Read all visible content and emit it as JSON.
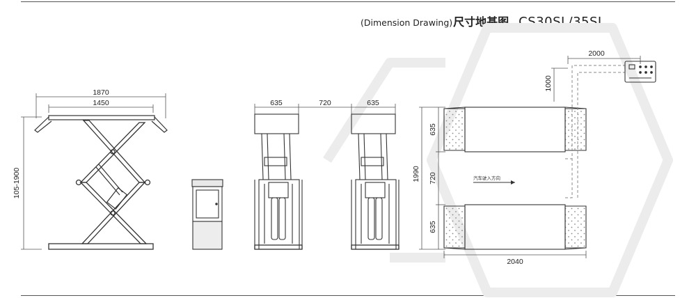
{
  "header": {
    "subtitle_en": "(Dimension Drawing)",
    "title_cn": "尺寸地基图",
    "model": "CS30SL/35SL"
  },
  "side_view": {
    "dim_total_width": "1870",
    "dim_platform_width": "1450",
    "dim_height_range": "105-1900"
  },
  "front_view": {
    "dim_left_width": "635",
    "dim_gap": "720",
    "dim_right_width": "635"
  },
  "top_view": {
    "dim_cable_length": "2000",
    "dim_cable_drop": "1000",
    "dim_total_width": "1990",
    "dim_top_platform": "635",
    "dim_gap": "720",
    "dim_bottom_platform": "635",
    "dim_platform_length": "2040",
    "direction_label": "汽车驶入方向"
  },
  "colors": {
    "line": "#333333",
    "dim_line": "#555555",
    "dashed_line": "#888888",
    "watermark": "#ececec"
  }
}
